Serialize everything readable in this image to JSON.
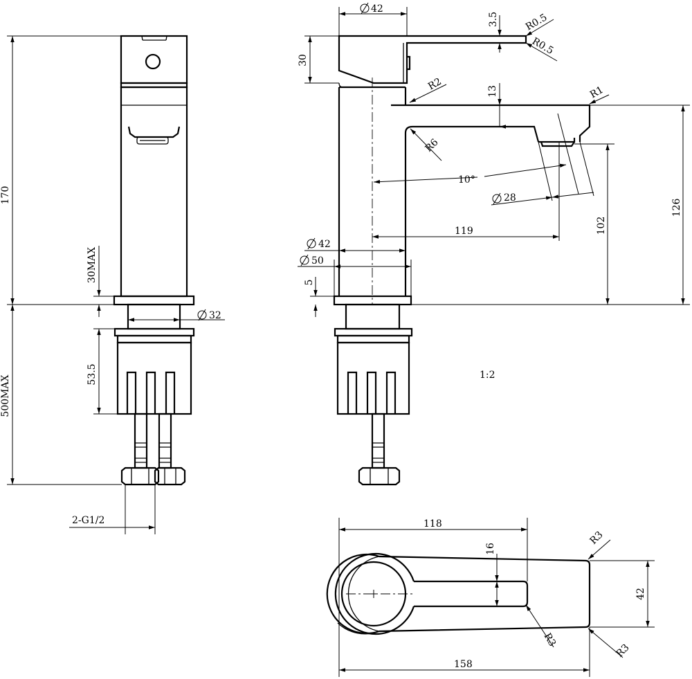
{
  "scale": "1:2",
  "front_view": {
    "dim_overall_height": "170",
    "dim_deck_thickness": "30MAX",
    "dim_shank_diameter": "32",
    "dim_shank_nut_height": "53.5",
    "dim_hose_length": "500MAX",
    "dim_hose_thread": "2-G1/2"
  },
  "side_view": {
    "dim_handle_diameter": "42",
    "dim_handle_thickness": "3.5",
    "dim_handle_radius_top": "R0.5",
    "dim_handle_radius_bottom": "R0.5",
    "dim_handle_height": "30",
    "dim_body_radius": "R2",
    "dim_spout_thickness": "13",
    "dim_spout_tip_radius": "R1",
    "dim_spout_inner_radius": "R6",
    "dim_aerator_angle": "10°",
    "dim_aerator_diameter": "28",
    "dim_reach": "119",
    "dim_outlet_height": "102",
    "dim_spout_height": "126",
    "dim_body_diameter": "42",
    "dim_base_diameter": "50",
    "dim_base_thickness": "5"
  },
  "top_view": {
    "dim_handle_length": "118",
    "dim_slot_width": "16",
    "dim_corner_radius_top": "R3",
    "dim_width": "42",
    "dim_slot_radius": "R3",
    "dim_corner_radius_bottom": "R3",
    "dim_total_length": "158"
  }
}
